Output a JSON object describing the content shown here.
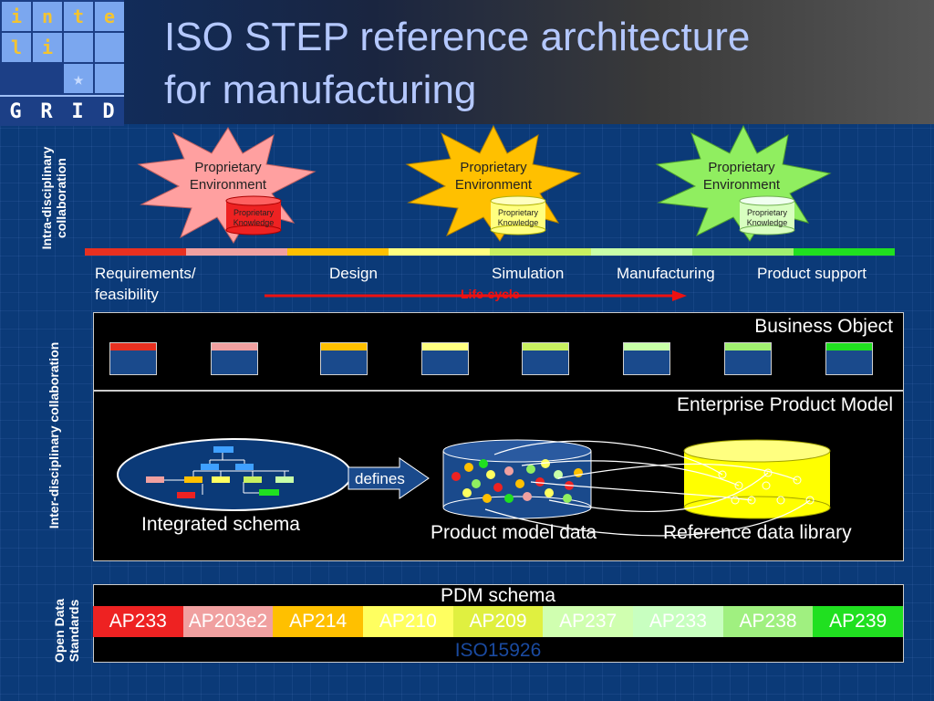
{
  "logo": {
    "letters": [
      "i",
      "n",
      "t",
      "e",
      "l",
      "i"
    ],
    "bottom": [
      "G",
      "R",
      "I",
      "D"
    ]
  },
  "title": {
    "line1": "ISO STEP reference architecture",
    "line2": "for manufacturing"
  },
  "side_labels": {
    "intra": [
      "Intra-disciplinary",
      "collaboration"
    ],
    "inter": "Inter-disciplinary collaboration",
    "open": [
      "Open Data",
      "Standards"
    ]
  },
  "environments": [
    {
      "label": [
        "Proprietary",
        "Environment"
      ],
      "knowledge": [
        "Proprietary",
        "Knowledge"
      ],
      "star_color": "#ffa0a0",
      "cyl_color": "#ee2222"
    },
    {
      "label": [
        "Proprietary",
        "Environment"
      ],
      "knowledge": [
        "Proprietary",
        "Knowledge"
      ],
      "star_color": "#ffc000",
      "cyl_color": "#ffff80"
    },
    {
      "label": [
        "Proprietary",
        "Environment"
      ],
      "knowledge": [
        "Proprietary",
        "Knowledge"
      ],
      "star_color": "#90ee60",
      "cyl_color": "#d8ffc0"
    }
  ],
  "lifecycle": {
    "bar_colors": [
      "#e83020",
      "#f0a0a0",
      "#ffc000",
      "#ffff80",
      "#c8f060",
      "#c8ffa8",
      "#a0f070",
      "#20e020"
    ],
    "phases": [
      {
        "text": [
          "Requirements/",
          "feasibility"
        ]
      },
      {
        "text": [
          "Design"
        ]
      },
      {
        "text": [
          "Simulation"
        ]
      },
      {
        "text": [
          "Manufacturing"
        ]
      },
      {
        "text": [
          "Product support"
        ]
      }
    ],
    "arrow_label": "Life-cycle"
  },
  "business_object": {
    "title": "Business Object",
    "object_colors": [
      "#e83020",
      "#f0a0a0",
      "#ffc000",
      "#ffff80",
      "#c8f060",
      "#c8ffa8",
      "#a0f070",
      "#20e020"
    ]
  },
  "enterprise": {
    "title": "Enterprise Product Model",
    "integrated_schema": "Integrated schema",
    "defines": "defines",
    "product_model_data": "Product model data",
    "reference_data_library": "Reference data library"
  },
  "standards": {
    "pdm": "PDM schema",
    "aps": [
      {
        "label": "AP233",
        "color": "#ee2222"
      },
      {
        "label": "AP203e2",
        "color": "#f0a0a0"
      },
      {
        "label": "AP214",
        "color": "#ffc000"
      },
      {
        "label": "AP210",
        "color": "#ffff60"
      },
      {
        "label": "AP209",
        "color": "#e0f040"
      },
      {
        "label": "AP237",
        "color": "#d0ffb0"
      },
      {
        "label": "AP233",
        "color": "#c8ffc0"
      },
      {
        "label": "AP238",
        "color": "#a0f080"
      },
      {
        "label": "AP239",
        "color": "#20e020"
      }
    ],
    "iso": "ISO15926"
  }
}
